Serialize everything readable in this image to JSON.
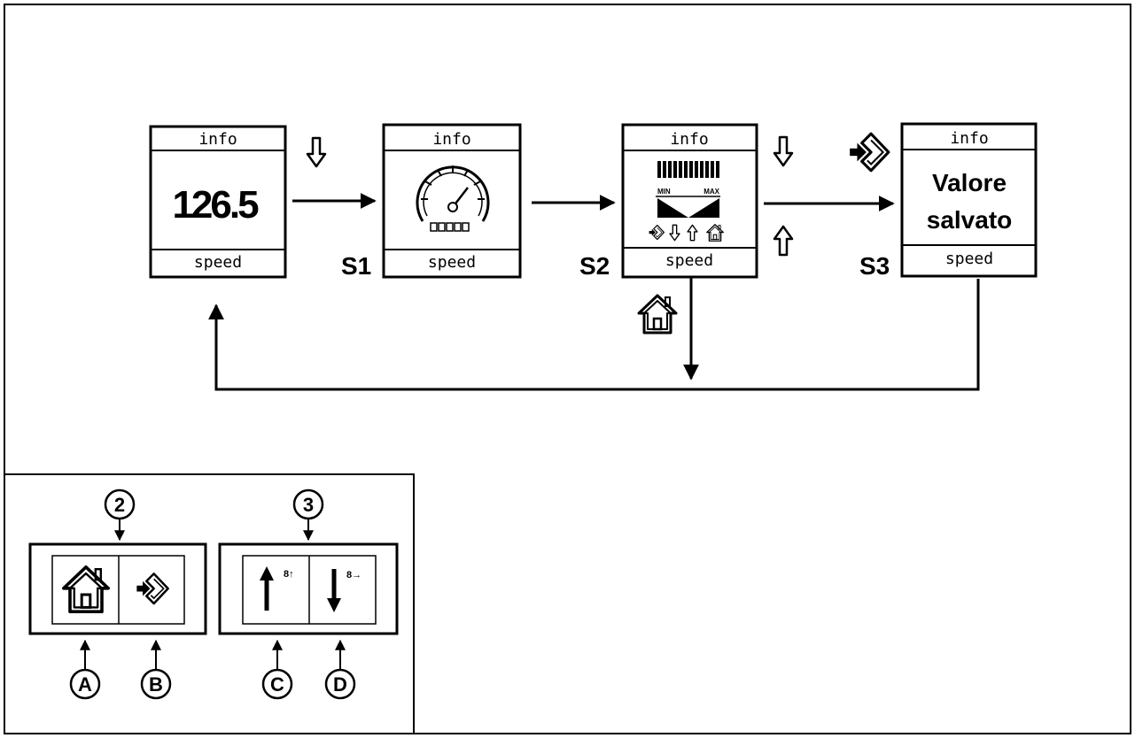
{
  "screens": {
    "main": {
      "header": "info",
      "value": "126.5",
      "footer": "speed"
    },
    "s1": {
      "header": "info",
      "footer": "speed",
      "label": "S1"
    },
    "s2": {
      "header": "info",
      "footer": "speed",
      "label": "S2",
      "min_label": "MIN",
      "max_label": "MAX"
    },
    "s3": {
      "header": "info",
      "footer": "speed",
      "label": "S3",
      "line1": "Valore",
      "line2": "salvato"
    }
  },
  "legend": {
    "group2": "2",
    "group3": "3",
    "a": "A",
    "b": "B",
    "c": "C",
    "d": "D",
    "up_sub": "8↑",
    "down_sub": "8→"
  },
  "icons": [
    "home-icon",
    "enter-icon",
    "arrow-up-icon",
    "arrow-down-icon",
    "speedometer-icon"
  ]
}
